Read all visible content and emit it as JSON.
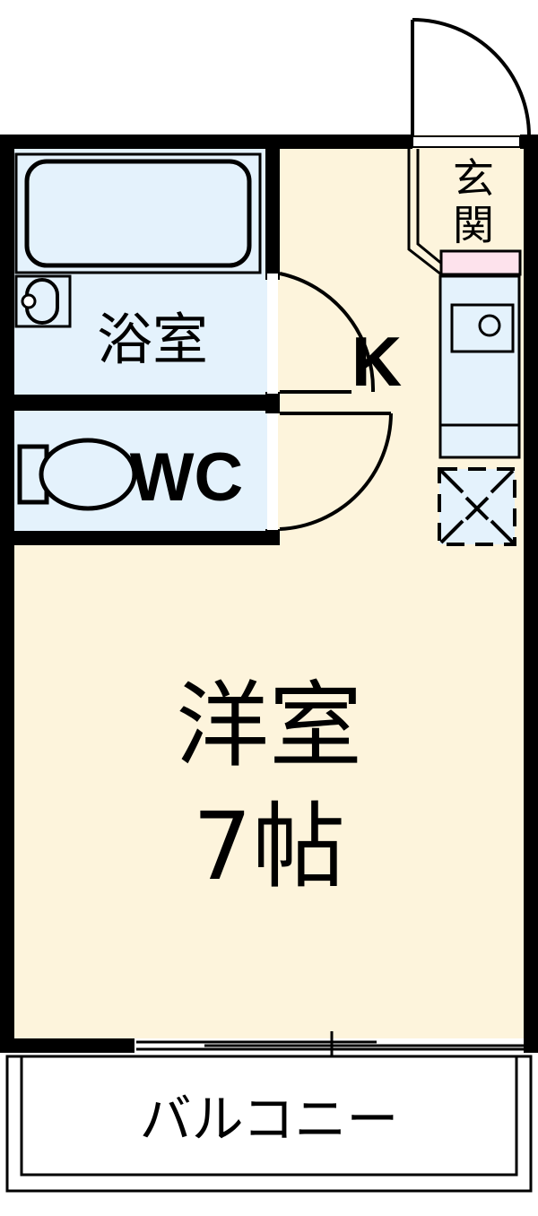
{
  "floorplan": {
    "type": "apartment-floor-plan",
    "layout_code": "1K",
    "rooms": [
      {
        "id": "bathroom",
        "label": "浴室",
        "fill": "#e4f2fc"
      },
      {
        "id": "toilet",
        "label": "WC",
        "fill": "#e4f2fc"
      },
      {
        "id": "kitchen",
        "label": "K",
        "fill": "#fdf4dc"
      },
      {
        "id": "entrance",
        "label": "玄関",
        "fill": "#fdf4dc"
      },
      {
        "id": "main-room",
        "label": "洋室",
        "size": "7帖",
        "fill": "#fdf4dc"
      },
      {
        "id": "balcony",
        "label": "バルコニー",
        "fill": "#ffffff"
      }
    ],
    "fixtures": [
      {
        "id": "bathtub",
        "name": "bathtub"
      },
      {
        "id": "washbasin",
        "name": "washbasin"
      },
      {
        "id": "toilet-bowl",
        "name": "toilet-bowl"
      },
      {
        "id": "kitchen-sink",
        "name": "kitchen-sink"
      },
      {
        "id": "shoe-cabinet",
        "name": "shoe-cabinet"
      },
      {
        "id": "washing-machine-space",
        "name": "washing-machine-space"
      },
      {
        "id": "entrance-door",
        "name": "entrance-door"
      },
      {
        "id": "bathroom-door",
        "name": "bathroom-door"
      },
      {
        "id": "toilet-door",
        "name": "toilet-door"
      },
      {
        "id": "balcony-sliding-door",
        "name": "balcony-sliding-door"
      }
    ],
    "colors": {
      "wall": "#000000",
      "room_cream": "#fdf4dc",
      "water_blue": "#e4f2fc",
      "shoe_pink": "#fde2ec",
      "balcony_white": "#ffffff",
      "line": "#000000"
    }
  }
}
